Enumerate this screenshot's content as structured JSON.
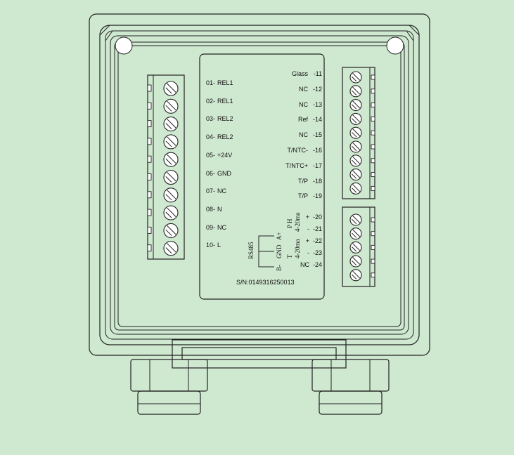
{
  "left_terminals": [
    {
      "num": "01-",
      "name": "REL1"
    },
    {
      "num": "02-",
      "name": "REL1"
    },
    {
      "num": "03-",
      "name": "REL2"
    },
    {
      "num": "04-",
      "name": "REL2"
    },
    {
      "num": "05-",
      "name": "+24V"
    },
    {
      "num": "06-",
      "name": "GND"
    },
    {
      "num": "07-",
      "name": "NC"
    },
    {
      "num": "08-",
      "name": "N"
    },
    {
      "num": "09-",
      "name": "NC"
    },
    {
      "num": "10-",
      "name": "L"
    }
  ],
  "right_top_terminals": [
    {
      "name": "Glass",
      "num": "-11"
    },
    {
      "name": "NC",
      "num": "-12"
    },
    {
      "name": "NC",
      "num": "-13"
    },
    {
      "name": "Ref",
      "num": "-14"
    },
    {
      "name": "NC",
      "num": "-15"
    },
    {
      "name": "T/NTC-",
      "num": "-16"
    },
    {
      "name": "T/NTC+",
      "num": "-17"
    },
    {
      "name": "T/P",
      "num": "-18"
    },
    {
      "name": "T/P",
      "num": "-19"
    }
  ],
  "right_bottom_terminals": [
    {
      "name": "+",
      "num": "-20"
    },
    {
      "name": "-",
      "num": "-21"
    },
    {
      "name": "+",
      "num": "-22"
    },
    {
      "name": "-",
      "num": "-23"
    },
    {
      "name": "NC",
      "num": "-24"
    }
  ],
  "analog_labels": {
    "ph_group": "P H",
    "ph_range": "4-20ma",
    "t_group": "T",
    "t_range": "4-20ma"
  },
  "rs485": {
    "title": "RS485",
    "a_plus": "A+",
    "gnd": "GND",
    "b_minus": "B-"
  },
  "serial_number": "S/N:0149316250013"
}
